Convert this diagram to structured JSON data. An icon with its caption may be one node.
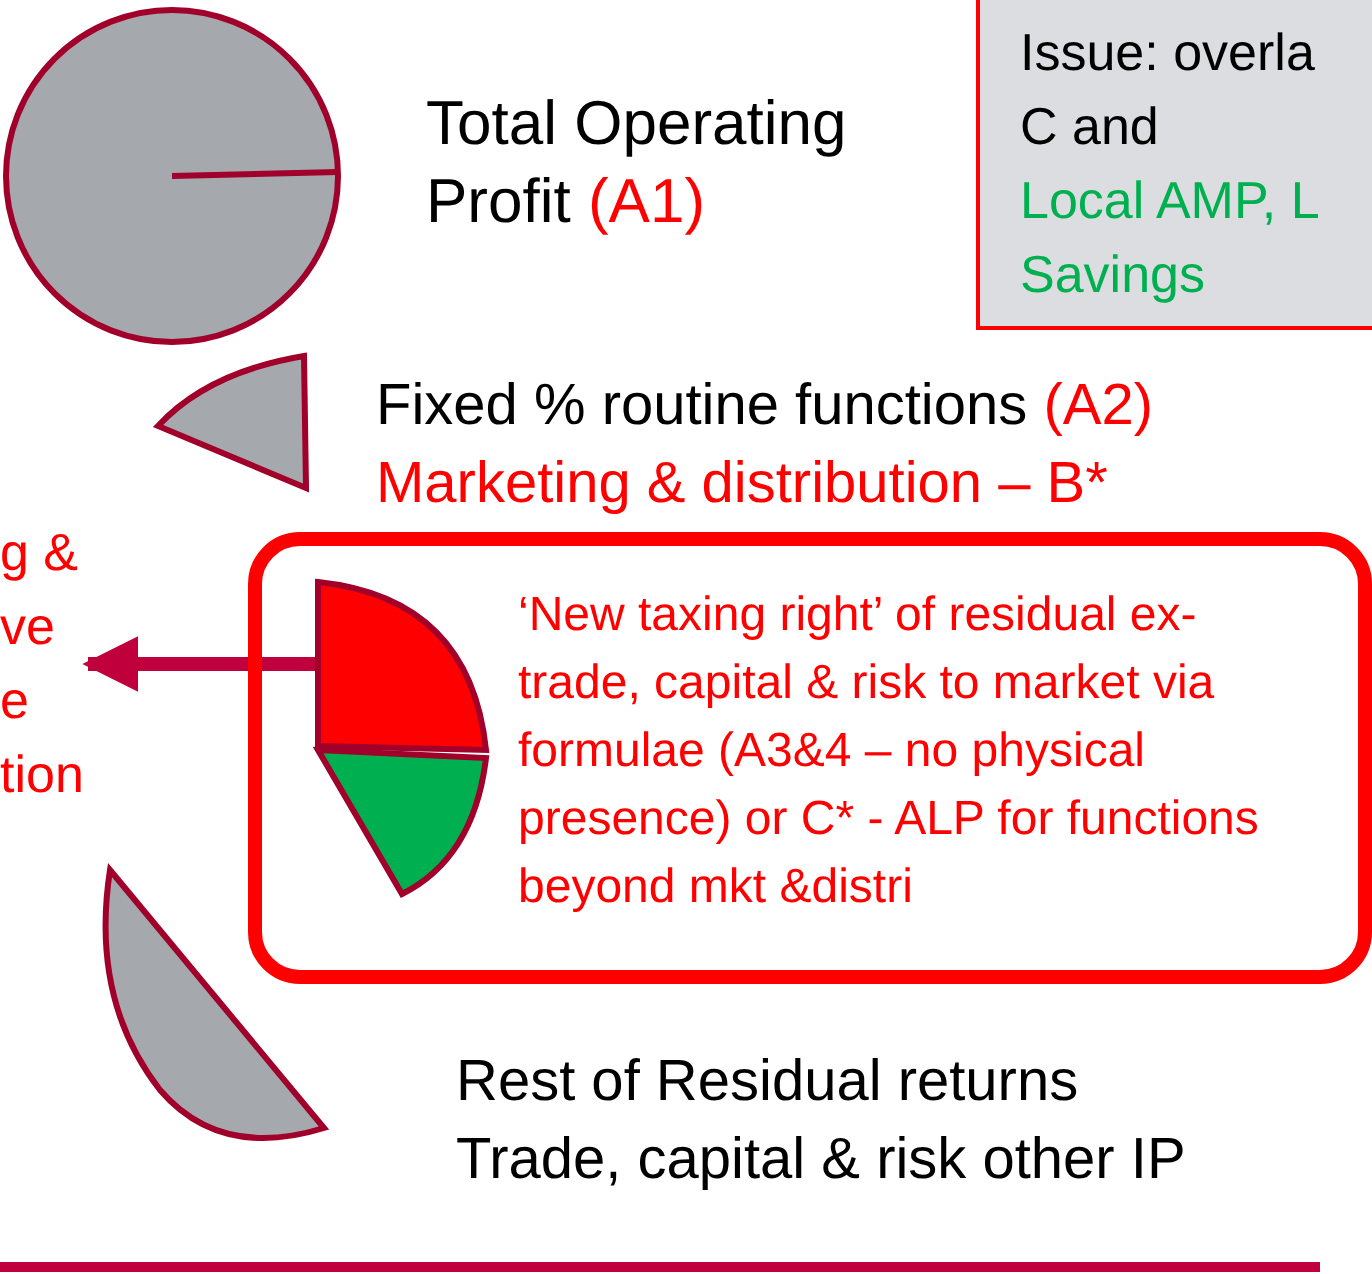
{
  "diagram": {
    "nodes": [
      {
        "text": [],
        "shape": "circle",
        "beside": [
          "Total Operating Profit",
          "(A1)"
        ]
      },
      {
        "text": [
          "Issue: overla C and",
          "Local AMP, L Savings"
        ]
      },
      {
        "text": [],
        "shape": "wedge",
        "beside": [
          "Fixed % routine functions",
          "(A2)",
          "Marketing & distribution – B*"
        ]
      },
      {
        "text": [
          "g & ve e tion"
        ]
      },
      {
        "text": [
          "‘New taxing right’ of residual ex- trade, capital & risk to market via formulae (A3&4 – no physical presence) or C* - ALP for functions beyond mkt &distri"
        ]
      },
      {
        "text": [],
        "shape": "wedge",
        "in": 4
      },
      {
        "text": [],
        "shape": "wedge",
        "in": 4
      },
      {
        "text": [],
        "shape": "wedge",
        "beside": [
          "Rest of Residual returns",
          "Trade, capital & risk other IP"
        ]
      }
    ],
    "edges": [
      {
        "from": 5,
        "to": 3,
        "arrow": "to"
      }
    ]
  }
}
